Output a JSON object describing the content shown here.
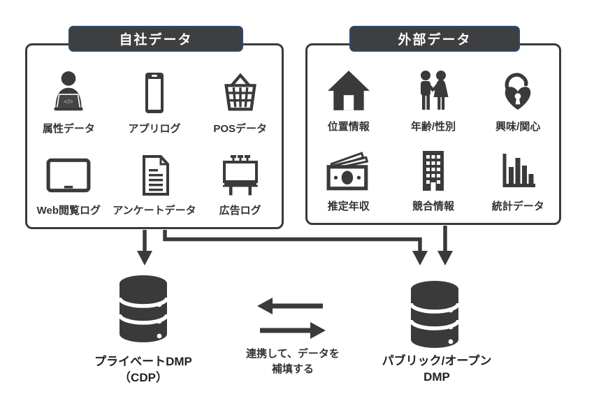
{
  "diagram": {
    "own_data_box": {
      "title": "自社データ",
      "items": [
        {
          "label": "属性データ",
          "icon": "person-laptop-icon",
          "icon_glyph": "</>"
        },
        {
          "label": "アプリログ",
          "icon": "smartphone-icon"
        },
        {
          "label": "POSデータ",
          "icon": "shopping-basket-icon"
        },
        {
          "label": "Web閲覧ログ",
          "icon": "tablet-icon"
        },
        {
          "label": "アンケートデータ",
          "icon": "document-icon"
        },
        {
          "label": "広告ログ",
          "icon": "billboard-icon"
        }
      ]
    },
    "external_data_box": {
      "title": "外部データ",
      "items": [
        {
          "label": "位置情報",
          "icon": "house-icon"
        },
        {
          "label": "年齢/性別",
          "icon": "couple-icon"
        },
        {
          "label": "興味/関心",
          "icon": "heart-lock-icon"
        },
        {
          "label": "推定年収",
          "icon": "money-icon"
        },
        {
          "label": "競合情報",
          "icon": "building-icon"
        },
        {
          "label": "統計データ",
          "icon": "bar-chart-icon"
        }
      ]
    },
    "private_dmp": {
      "line1": "プライベートDMP",
      "line2": "（CDP）",
      "icon": "database-icon"
    },
    "public_dmp": {
      "line1": "パブリック/オープン",
      "line2": "DMP",
      "icon": "database-icon"
    },
    "exchange": {
      "note_line1": "連携して、データを",
      "note_line2": "補填する",
      "icon": "swap-arrows-icon"
    },
    "colors": {
      "dark": "#3a3a3a",
      "header_bg": "#3e3f41",
      "header_border": "#2e4a6b",
      "label": "#333333",
      "background": "#ffffff"
    }
  }
}
